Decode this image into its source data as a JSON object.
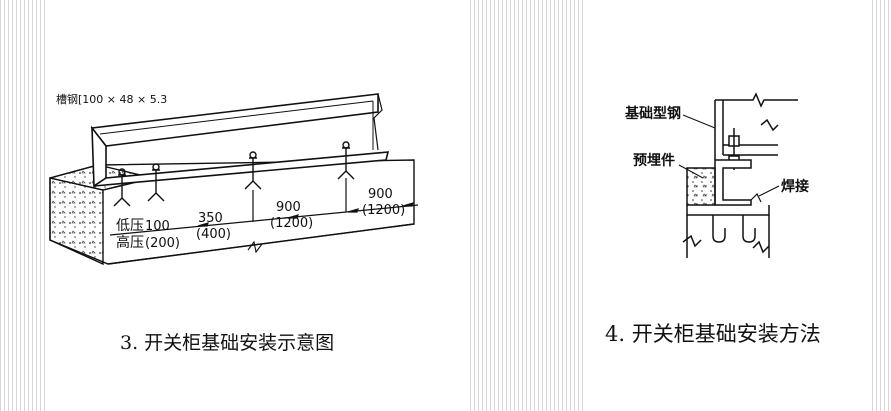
{
  "left_figure": {
    "caption": "3. 开关柜基础安装示意图",
    "channel_label": "槽钢[100 × 48 × 5.3",
    "label_low": "低压",
    "label_high": "高压",
    "dim_low_1": "100",
    "dim_high_1": "(200)",
    "dim_low_2": "350",
    "dim_high_2": "(400)",
    "dim_low_3": "900",
    "dim_high_3": "(1200)",
    "dim_low_4": "900",
    "dim_high_4": "(1200)"
  },
  "right_figure": {
    "caption": "4. 开关柜基础安装方法",
    "label_steel": "基础型钢",
    "label_embed": "预埋件",
    "label_weld": "焊接"
  }
}
